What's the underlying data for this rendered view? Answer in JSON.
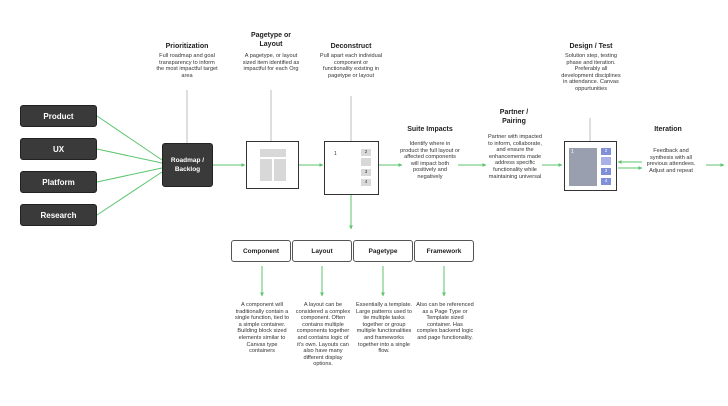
{
  "sources": [
    "Product",
    "UX",
    "Platform",
    "Research"
  ],
  "roadmap_label": "Roadmap / Backlog",
  "stages": {
    "prioritization": {
      "title": "Prioritization",
      "desc": "Full roadmap and goal transparency to inform the most impactful target area"
    },
    "pagetype_layout": {
      "title": "Pagetype or Layout",
      "desc": "A pagetype, or layout sized item identified as impactful for each Org"
    },
    "deconstruct": {
      "title": "Deconstruct",
      "desc": "Pull apart each individual component or functionality existing in pagetype or layout",
      "numbers": [
        "1",
        "2",
        "3",
        "4"
      ]
    },
    "suite_impacts": {
      "title": "Suite Impacts",
      "desc": "Identify where in product the full layout or affected components will impact both positively and negatively"
    },
    "partner": {
      "title": "Partner / Pairing",
      "desc": "Partner with impacted to inform, collaborate, and ensure the enhancements made address specific functionality while maintaining universal"
    },
    "design_test": {
      "title": "Design / Test",
      "desc": "Solution step, testing phase and iteration. Preferably all development disciplines in attendance. Canvas oppurtunities",
      "numbers": [
        "1",
        "2",
        "3",
        "4"
      ]
    },
    "iteration": {
      "title": "Iteration",
      "desc": "Feedback and synthesis with all previous attendees. Adjust and repeat"
    }
  },
  "categories": [
    {
      "title": "Component",
      "desc": "A component will traditionally contain a single function, tied to a simple container. Building block sized elements similar to Canvas type containers"
    },
    {
      "title": "Layout",
      "desc": "A layout can be considered a complex component. Often contains multiple components together and contains logic of it's own. Layouts can also have many different display options."
    },
    {
      "title": "Pagetype",
      "desc": "Essentially a template. Large patterns used to tie multiple tasks together or group multiple functionalities and frameworks together into a single flow."
    },
    {
      "title": "Framework",
      "desc": "Also can be referenced as a Page Type or Template sized container. Has complex backend logic and page functionality."
    }
  ],
  "colors": {
    "arrow": "#5cc46e",
    "dark": "#3a3a3a",
    "accent": "#7f8fd8"
  }
}
